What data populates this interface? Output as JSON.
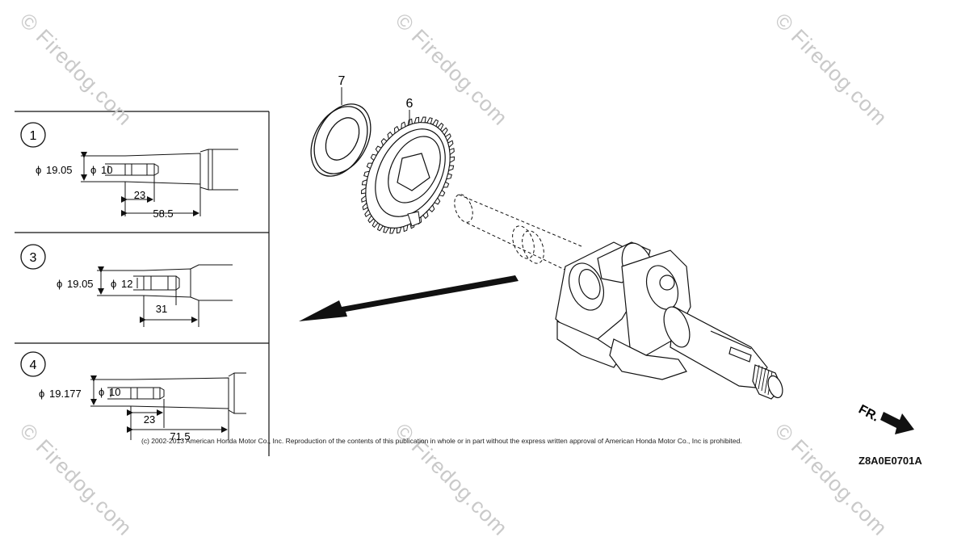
{
  "watermark": "© Firedog.com",
  "copyright": "(c) 2002-2013 American Honda Motor Co., Inc. Reproduction of the contents of this publication in whole or in part without the express written approval of American Honda Motor Co., Inc is prohibited.",
  "diagram_code": "Z8A0E0701A",
  "front_label": "FR.",
  "callouts": {
    "washer": "7",
    "gear": "6"
  },
  "details": [
    {
      "number": "1",
      "outer_dia": "19.05",
      "inner_dia": "10",
      "short_len": "23",
      "long_len": "58.5"
    },
    {
      "number": "3",
      "outer_dia": "19.05",
      "inner_dia": "12",
      "short_len": "31"
    },
    {
      "number": "4",
      "outer_dia": "19.177",
      "inner_dia": "10",
      "short_len": "23",
      "long_len": "71.5"
    }
  ],
  "phi_symbol": "ϕ"
}
